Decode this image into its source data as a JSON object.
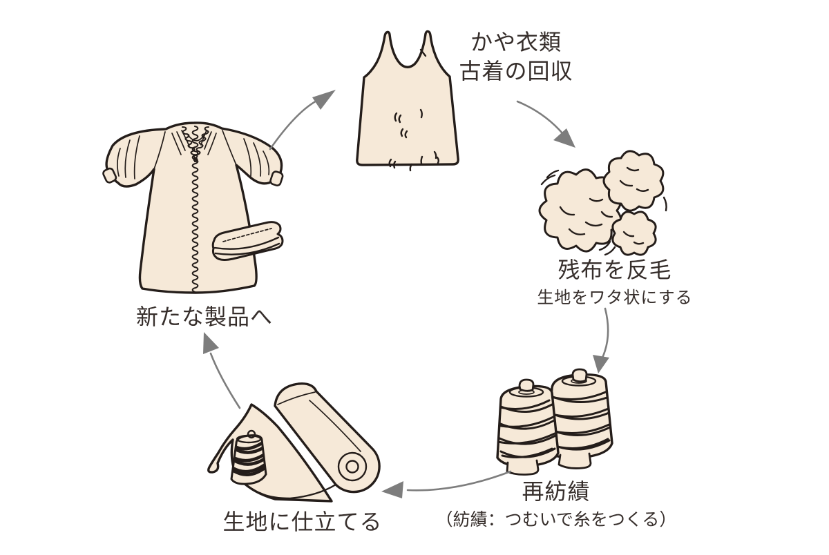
{
  "diagram": {
    "name": "textile-recycling-cycle",
    "colors": {
      "background": "#ffffff",
      "illustration_fill": "#f6e9d8",
      "illustration_outline": "#241d1a",
      "text": "#362e2b",
      "arrow": "#7d7d7d"
    },
    "steps": [
      {
        "id": "collection",
        "line1": "かや衣類",
        "line2": "古着の回収",
        "illustration": "tank-top"
      },
      {
        "id": "garnetting",
        "line1": "残布を反毛",
        "line2": "生地をワタ状にする",
        "illustration": "cotton-fluff"
      },
      {
        "id": "respinning",
        "line1": "再紡績",
        "line2": "（紡績：つむいで糸をつくる）",
        "illustration": "yarn-cones"
      },
      {
        "id": "tailoring",
        "line1": "生地に仕立てる",
        "illustration": "fabric-roll"
      },
      {
        "id": "new-product",
        "line1": "新たな製品へ",
        "illustration": "dress-and-towel"
      }
    ]
  }
}
